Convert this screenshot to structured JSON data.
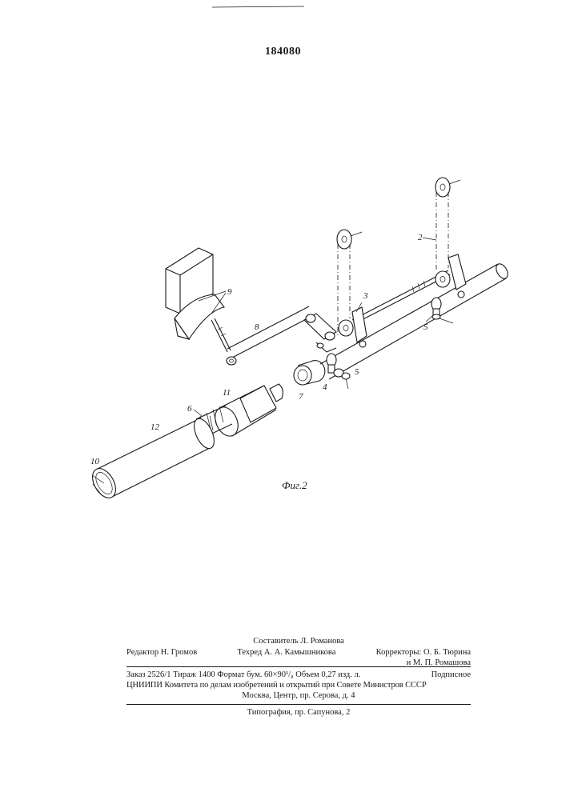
{
  "patent_number": "184080",
  "figure": {
    "caption": "Фиг.2",
    "labels": [
      "2",
      "3",
      "5",
      "8",
      "9",
      "5",
      "4",
      "7",
      "11",
      "6",
      "12",
      "10"
    ]
  },
  "imprint": {
    "compiler": "Составитель Л. Романова",
    "editor": "Редактор Н. Громов",
    "techred": "Техред А. А. Камышникова",
    "correctors_1": "Корректоры: О. Б. Тюрина",
    "correctors_2": "и М. П. Ромашова",
    "order_line_left": "Заказ 2526/1 Тираж 1400 Формат бум. 60×90¹/₈ Объем 0,27 изд. л.",
    "order_line_right": "Подписное",
    "institute_line": "ЦНИИПИ Комитета по делам изобретений и открытий при Совете Министров СССР",
    "address_line": "Москва, Центр, пр. Серова, д. 4",
    "printing_line": "Типография, пр. Сапунова, 2"
  }
}
